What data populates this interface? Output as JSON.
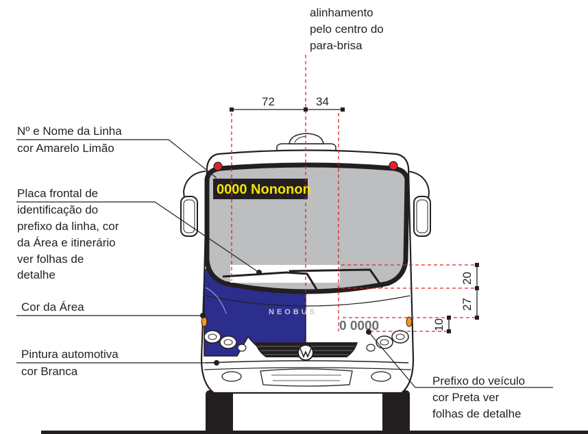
{
  "labels": {
    "alinhamento": [
      "alinhamento",
      "pelo centro do",
      "para-brisa"
    ],
    "linha": [
      "Nº e Nome da Linha",
      "cor Amarelo Limão"
    ],
    "placa": [
      "Placa frontal de",
      "identificação do",
      "prefixo da linha, cor",
      "da Área e itinerário",
      "ver folhas de",
      "detalhe"
    ],
    "area": [
      "Cor da Área"
    ],
    "pintura": [
      "Pintura automotiva",
      "cor Branca"
    ],
    "prefixo": [
      "Prefixo do veículo",
      "cor Preta ver",
      "folhas de detalhe"
    ]
  },
  "dimensions": {
    "left_width": "72",
    "right_width": "34",
    "plate_height": "20",
    "plate_gap": "27",
    "prefix_height": "10"
  },
  "bus": {
    "destination_text": "0000 Nononon",
    "prefix_text": "0 0000",
    "brand_text": "NEOBUS"
  },
  "colors": {
    "area_blue": "#2b2e8c",
    "destination_yellow": "#f5e400",
    "dimension_red": "#e2222a",
    "outline": "#231f20"
  }
}
